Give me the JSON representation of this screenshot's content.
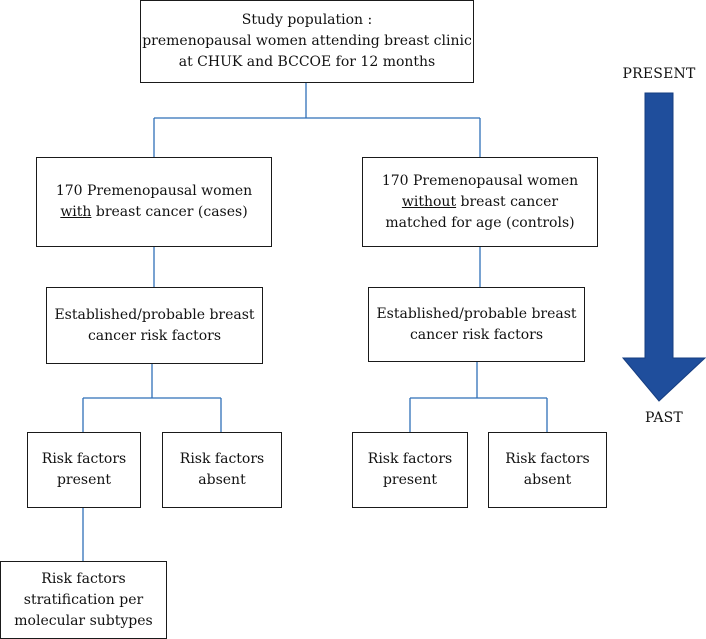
{
  "study_population": {
    "line1": "Study population :",
    "line2": "premenopausal women attending breast clinic",
    "line3": "at CHUK and BCCOE for 12 months"
  },
  "cases": {
    "line1": "170 Premenopausal women",
    "line2_underlined": "with",
    "line2_rest": " breast cancer (cases)"
  },
  "controls": {
    "line1": "170 Premenopausal women",
    "line2_underlined": "without",
    "line2_rest": " breast cancer",
    "line3": "matched for age (controls)"
  },
  "risk_factors_left": {
    "line1": "Established/probable breast",
    "line2": "cancer risk factors"
  },
  "risk_factors_right": {
    "line1": "Established/probable breast",
    "line2": "cancer risk factors"
  },
  "left_present": {
    "line1": "Risk factors",
    "line2": "present"
  },
  "left_absent": {
    "line1": "Risk factors",
    "line2": "absent"
  },
  "right_present": {
    "line1": "Risk factors",
    "line2": "present"
  },
  "right_absent": {
    "line1": "Risk factors",
    "line2": "absent"
  },
  "stratification": {
    "line1": "Risk factors",
    "line2": "stratification per",
    "line3": "molecular subtypes"
  },
  "time_arrow": {
    "top_label": "PRESENT",
    "bottom_label": "PAST",
    "color": "#1f4e9c",
    "line_color": "#2f6fb8"
  }
}
